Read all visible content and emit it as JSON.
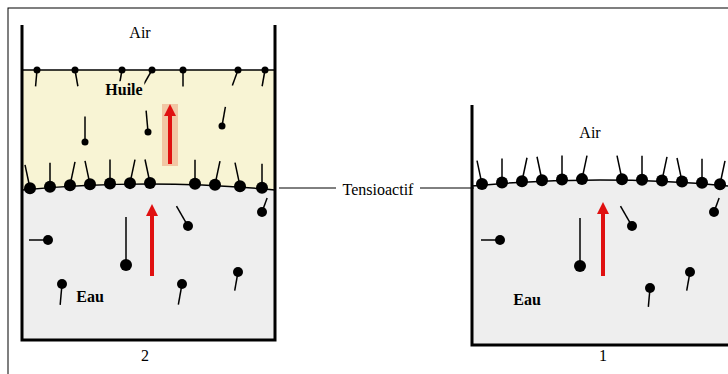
{
  "diagram": {
    "labels": [
      "Air",
      "Huile",
      "Eau",
      "2",
      "Tensioactif",
      "Air",
      "Eau",
      "1"
    ]
  }
}
